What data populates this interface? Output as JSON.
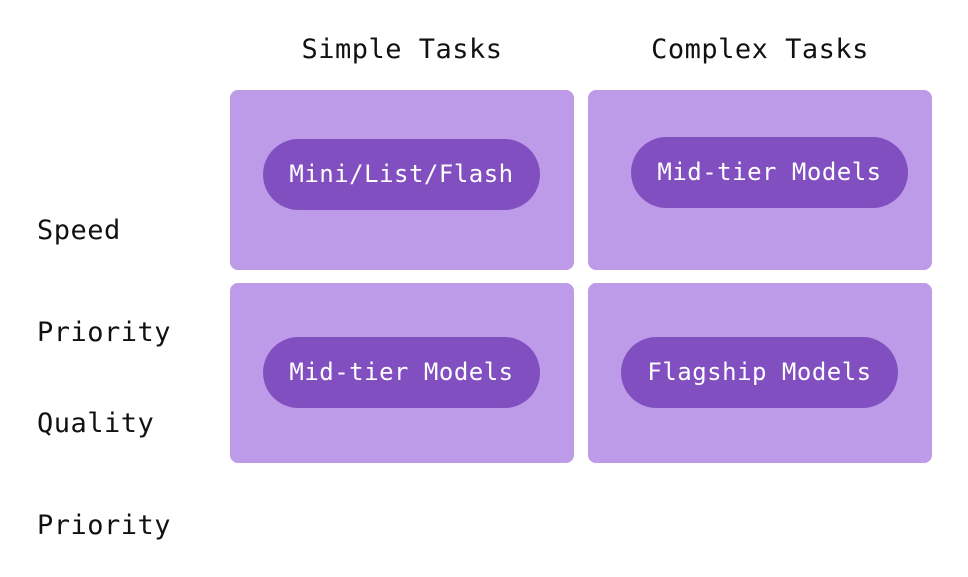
{
  "columns": [
    "Simple Tasks",
    "Complex Tasks"
  ],
  "rows": [
    {
      "line1": "Speed",
      "line2": "Priority"
    },
    {
      "line1": "Quality",
      "line2": "Priority"
    }
  ],
  "cells": [
    [
      "Mini/List/Flash",
      "Mid-tier Models"
    ],
    [
      "Mid-tier Models",
      "Flagship Models"
    ]
  ],
  "colors": {
    "cell_background": "#bd9be8",
    "pill_background": "#814fc0",
    "pill_text": "#ffffff"
  }
}
